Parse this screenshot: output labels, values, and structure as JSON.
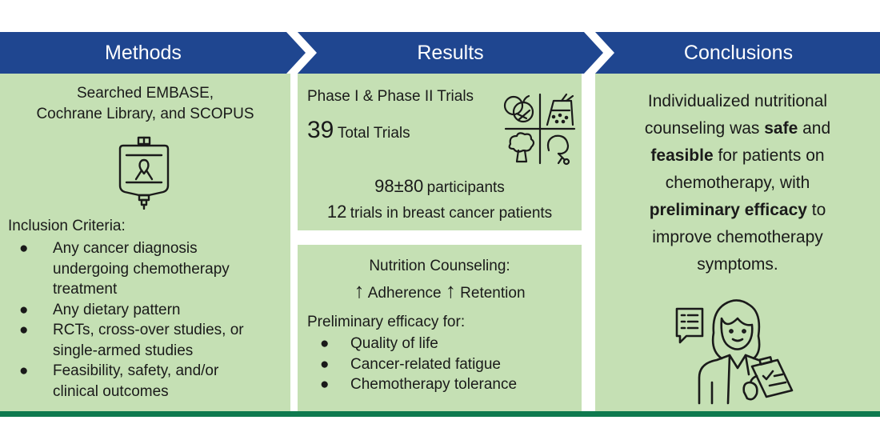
{
  "colors": {
    "banner": "#1f4690",
    "panel": "#c5e0b4",
    "bottom_line": "#0f7a4f",
    "text": "#1a1a1a"
  },
  "headers": [
    "Methods",
    "Results",
    "Conclusions"
  ],
  "methods": {
    "search_line1": "Searched EMBASE,",
    "search_line2": "Cochrane Library, and SCOPUS",
    "icon": "iv-bag-ribbon-icon",
    "criteria_title": "Inclusion Criteria:",
    "criteria": [
      [
        "Any cancer diagnosis",
        "undergoing chemotherapy",
        "treatment"
      ],
      [
        "Any dietary pattern"
      ],
      [
        "RCTs, cross-over studies, or",
        "single-armed studies"
      ],
      [
        "Feasibility, safety, and/or",
        "clinical outcomes"
      ]
    ]
  },
  "results": {
    "phase": "Phase I & Phase II Trials",
    "total_number": "39",
    "total_label": "Total Trials",
    "icon": "food-groups-icon",
    "participants_number": "98±80",
    "participants_label": "participants",
    "trials_number": "12",
    "trials_label": "trials in breast cancer patients",
    "counseling_title": "Nutrition Counseling:",
    "arrow": "↑",
    "adherence": "Adherence",
    "retention": "Retention",
    "efficacy_title": "Preliminary efficacy for:",
    "efficacy_items": [
      "Quality of life",
      "Cancer-related fatigue",
      "Chemotherapy tolerance"
    ]
  },
  "conclusions": {
    "text_1": "Individualized nutritional",
    "text_2a": "counseling was ",
    "text_2b": "safe",
    "text_2c": " and",
    "text_3a": "feasible",
    "text_3b": " for patients on",
    "text_4": "chemotherapy, with",
    "text_5a": "preliminary efficacy",
    "text_5b": " to",
    "text_6": "improve chemotherapy",
    "text_7": "symptoms.",
    "icon": "dietitian-with-clipboard-icon"
  }
}
